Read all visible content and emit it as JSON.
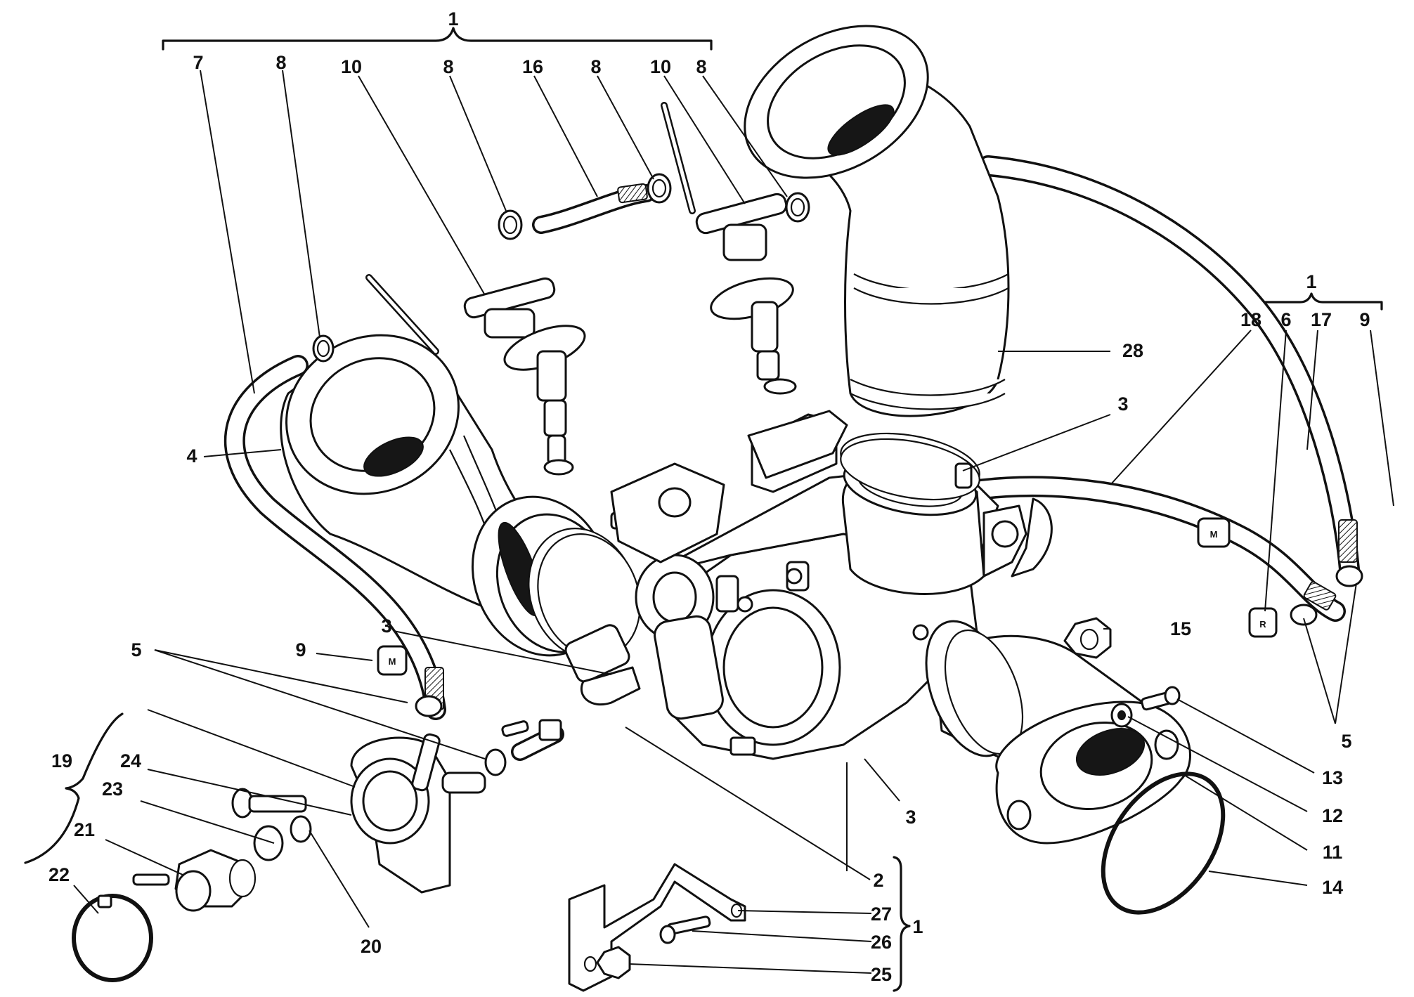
{
  "diagram": {
    "group_labels": {
      "top_assembly": "1",
      "right_assembly": "1",
      "bracket_assembly": "1",
      "left_assembly": "19"
    },
    "callouts": {
      "c_7": "7",
      "c_8a": "8",
      "c_10a": "10",
      "c_8b": "8",
      "c_16": "16",
      "c_8c": "8",
      "c_10b": "10",
      "c_8d": "8",
      "c_4": "4",
      "c_28": "28",
      "c_3a": "3",
      "c_18": "18",
      "c_6": "6",
      "c_17": "17",
      "c_9a": "9",
      "c_3b": "3",
      "c_5a": "5",
      "c_9b": "9",
      "c_15": "15",
      "c_5b": "5",
      "c_13": "13",
      "c_12": "12",
      "c_11": "11",
      "c_14": "14",
      "c_3c": "3",
      "c_2": "2",
      "c_27": "27",
      "c_26": "26",
      "c_25": "25",
      "c_24": "24",
      "c_23": "23",
      "c_21": "21",
      "c_22": "22",
      "c_20": "20"
    },
    "clamp_tags": {
      "tag_m_left": "M",
      "tag_m_right": "M",
      "tag_r": "R"
    }
  }
}
